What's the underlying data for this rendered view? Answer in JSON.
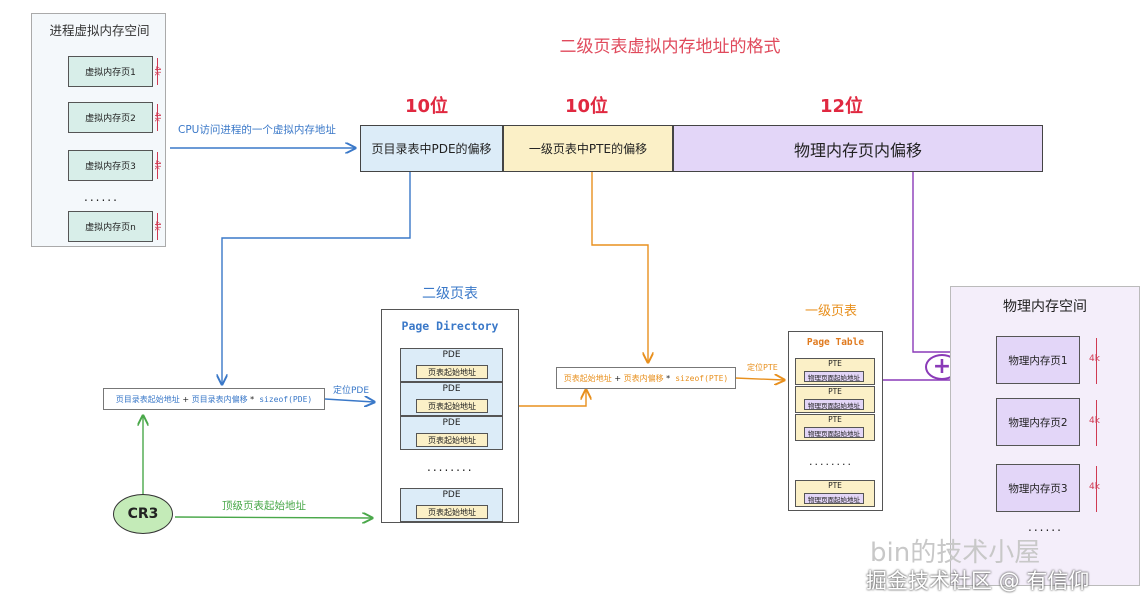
{
  "title": "二级页表虚拟内存地址的格式",
  "virtual_space": {
    "title": "进程虚拟内存空间",
    "pages": [
      "虚拟内存页1",
      "虚拟内存页2",
      "虚拟内存页3",
      "虚拟内存页n"
    ],
    "ellipsis": "......",
    "size_label": "4k"
  },
  "address": {
    "access_label": "CPU访问进程的一个虚拟内存地址",
    "segments": [
      {
        "bits": "10位",
        "label": "页目录表中PDE的偏移"
      },
      {
        "bits": "10位",
        "label": "一级页表中PTE的偏移"
      },
      {
        "bits": "12位",
        "label": "物理内存页内偏移"
      }
    ]
  },
  "pde_formula": {
    "parts": [
      "页目录表起始地址",
      "+",
      "页目录表内偏移",
      "*",
      "sizeof(PDE)"
    ],
    "locate_label": "定位PDE"
  },
  "pte_formula": {
    "parts": [
      "页表起始地址",
      "+",
      "页表内偏移",
      "*",
      "sizeof(PTE)"
    ],
    "locate_label": "定位PTE"
  },
  "page_directory": {
    "title": "二级页表",
    "header": "Page Directory",
    "entry_label": "PDE",
    "entry_sub": "页表起始地址",
    "ellipsis": "........"
  },
  "page_table": {
    "title": "一级页表",
    "header": "Page Table",
    "entry_label": "PTE",
    "entry_sub": "物理页面起始地址",
    "ellipsis": "........"
  },
  "physical_space": {
    "title": "物理内存空间",
    "pages": [
      "物理内存页1",
      "物理内存页2",
      "物理内存页3"
    ],
    "ellipsis": "......",
    "size_label": "4k"
  },
  "cr3": {
    "label": "CR3",
    "arrow_label": "顶级页表起始地址"
  },
  "plus_symbol": "+",
  "watermark": {
    "line1": "bin的技术小屋",
    "line2": "掘金技术社区 @ 有信仰"
  },
  "colors": {
    "title_red": "#e04a5c",
    "blue_arrow": "#3a78c8",
    "orange_arrow": "#e8901e",
    "purple_arrow": "#8a3ab8",
    "green_arrow": "#4aa84a",
    "pde_fill": "#dcecf8",
    "pte_fill": "#fbf0c7",
    "phys_fill": "#e3d6f8"
  }
}
